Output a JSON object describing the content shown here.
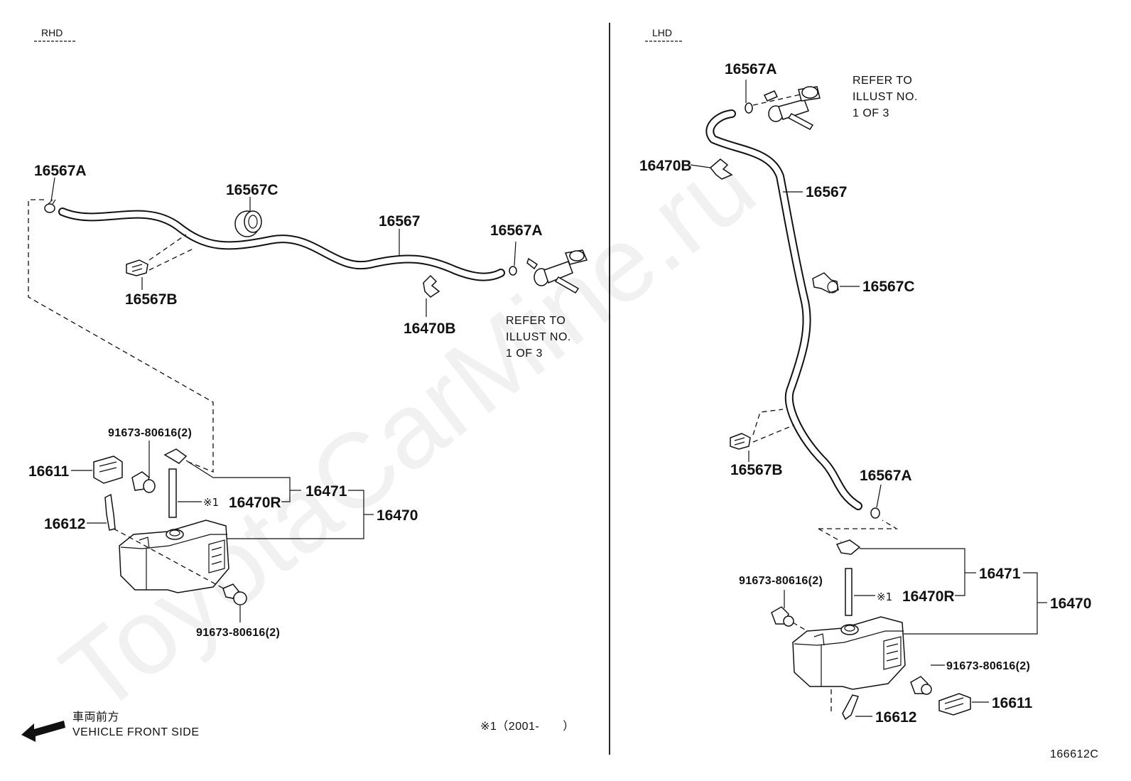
{
  "headers": {
    "rhd": "RHD",
    "lhd": "LHD"
  },
  "watermark": "ToyotaCarMine.ru",
  "rhd": {
    "clamp_a_left": "16567A",
    "grommet": "16567C",
    "hose": "16567",
    "clamp_a_right": "16567A",
    "clamp_b": "16567B",
    "clip_b": "16470B",
    "refer_line1": "REFER TO",
    "refer_line2": "ILLUST NO.",
    "refer_line3": "1 OF 3",
    "bolt_top": "91673-80616(2)",
    "bracket": "16611",
    "cap_assy": "16471",
    "pipe_mark": "※1",
    "pipe": "16470R",
    "tank": "16470",
    "stay": "16612",
    "bolt_bottom": "91673-80616(2)"
  },
  "lhd": {
    "clamp_a_top": "16567A",
    "refer_line1": "REFER TO",
    "refer_line2": "ILLUST NO.",
    "refer_line3": "1 OF 3",
    "clip_b": "16470B",
    "hose": "16567",
    "grommet": "16567C",
    "clamp_b": "16567B",
    "clamp_a_bottom": "16567A",
    "cap_assy": "16471",
    "bolt_left": "91673-80616(2)",
    "pipe_mark": "※1",
    "pipe": "16470R",
    "tank": "16470",
    "bolt_right": "91673-80616(2)",
    "bracket": "16611",
    "stay": "16612"
  },
  "footer": {
    "jp_label": "車両前方",
    "front_label": "VEHICLE FRONT SIDE",
    "note": "※1（2001-　　）",
    "diagram_code": "166612C"
  }
}
